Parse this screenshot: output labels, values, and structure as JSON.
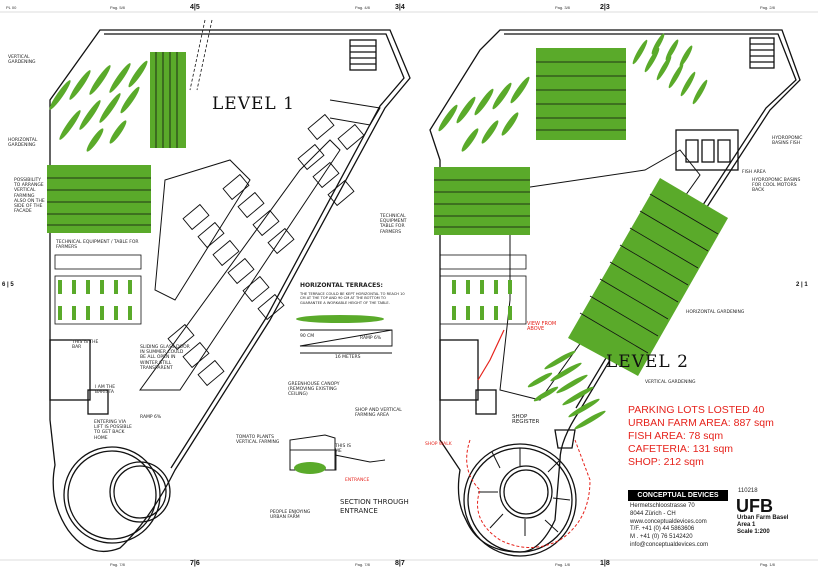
{
  "levels": {
    "one": "LEVEL 1",
    "two": "LEVEL 2"
  },
  "page_marks": {
    "top": [
      "Pag. 5/8",
      "4",
      "5",
      "Pag. 4/8",
      "3",
      "4",
      "Pag. 3/8",
      "2",
      "3",
      "Pag. 2/8"
    ],
    "bottom": [
      "Pag. 7/8",
      "7",
      "6",
      "Pag. 7/8",
      "8",
      "7",
      "Pag. 1/8",
      "1",
      "8",
      "Pag. 1/8"
    ],
    "side_left": "6 | 5",
    "side_right": "2 | 1",
    "pl": "PL 00"
  },
  "annotations": {
    "vertical_gardening": "VERTICAL GARDENING",
    "horizontal_gardening": "HORIZONTAL GARDENING",
    "possibility": "POSSIBILITY TO ARRANGE VERTICAL FARMING ALSO ON THE SIDE OF THE FACADE",
    "technical_equipment": "TECHNICAL EQUIPMENT / TABLE FOR FARMERS",
    "this_is_the_bar": "THIS IS THE BAR",
    "barista": "I AM THE BARISTA",
    "sliding_door": "SLIDING GLASS DOOR IN SUMMER COULD BE ALL OPEN IN WINTER STILL TRANSPARENT",
    "ramp": "RAMP 6%",
    "entering": "ENTERING VIA LIFT IS POSSIBLE TO GET BACK HOME",
    "horizontal_terraces_title": "HORIZONTAL TERRACES:",
    "horizontal_terraces_text": "THE TERRACE COULD BE KEPT HORIZONTAL TO REACH 10 CM AT THE TOP AND 90 CM AT THE BOTTOM TO GUARANTEE A WORKABLE HEIGHT OF THE TABLE.",
    "dim_cm": "90 CM",
    "dim_m": "16 METERS",
    "greenhouse": "GREENHOUSE CANOPY (REMOVING EXISTING CEILING)",
    "shop_vertical": "SHOP AND VERTICAL FARMING AREA",
    "tomato": "TOMATO PLANTS VERTICAL FARMING",
    "this_is_me": "THIS IS ME",
    "entrance": "ENTRANCE",
    "people": "PEOPLE ENJOYING URBAN FARM",
    "section": "SECTION THROUGH ENTRANCE",
    "tech_equip_2": "TECHNICAL EQUIPMENT TABLE FOR FARMERS",
    "view_from_above": "VIEW FROM ABOVE",
    "shop_register": "SHOP REGISTER",
    "shop_walk": "SHOP WALK",
    "hydroponic": "HYDROPONIC BASINS FISH",
    "fish_area": "FISH AREA",
    "hydroponic2": "HYDROPONIC BASINS FOR COOL MOTORS BACK",
    "horizontal_gardening_2": "HORIZONTAL GARDENING",
    "vertical_gardening_2": "VERTICAL GARDENING"
  },
  "stats": [
    "PARKING LOTS LOSTED 40",
    "URBAN FARM AREA: 887 sqm",
    "FISH AREA: 78 sqm",
    "CAFETERIA: 131 sqm",
    "SHOP: 212 sqm"
  ],
  "titleblock": {
    "company": "CONCEPTUAL DEVICES",
    "address": [
      "Hermetschloostrasse 70",
      "8044 Zürich - CH",
      "www.conceptualdevices.com",
      "T/F. +41 (0) 44 5863606",
      "M . +41 (0) 76 5142420",
      "info@conceptualdevices.com"
    ],
    "project_no": "110218",
    "code": "UFB",
    "project_name": "Urban Farm Basel",
    "area": "Area 1",
    "scale": "Scale 1:200"
  },
  "colors": {
    "green": "#5aaa2a",
    "red": "#e6231c",
    "line": "#111111"
  }
}
